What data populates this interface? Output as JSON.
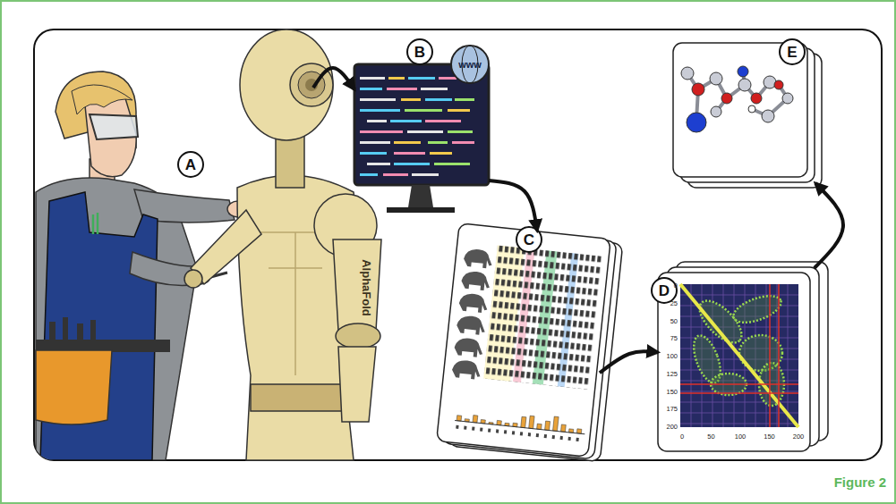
{
  "diagram": {
    "caption": "Figure 2",
    "nodes": [
      {
        "text": [
          "A"
        ]
      },
      {
        "text": [
          "B"
        ]
      },
      {
        "text": [
          "C"
        ]
      },
      {
        "text": [
          "D"
        ]
      },
      {
        "text": [
          "E"
        ]
      }
    ],
    "edges": [
      {
        "from": 0,
        "to": 1,
        "arrow": "to"
      },
      {
        "from": 1,
        "to": 2,
        "arrow": "to"
      },
      {
        "from": 2,
        "to": 3,
        "arrow": "to"
      },
      {
        "from": 3,
        "to": 4,
        "arrow": "to"
      }
    ],
    "labels": [
      "AlphaFold",
      "www",
      "0",
      "25",
      "50",
      "75",
      "100",
      "125",
      "150",
      "175",
      "200",
      "0",
      "50",
      "100",
      "150",
      "200"
    ]
  }
}
